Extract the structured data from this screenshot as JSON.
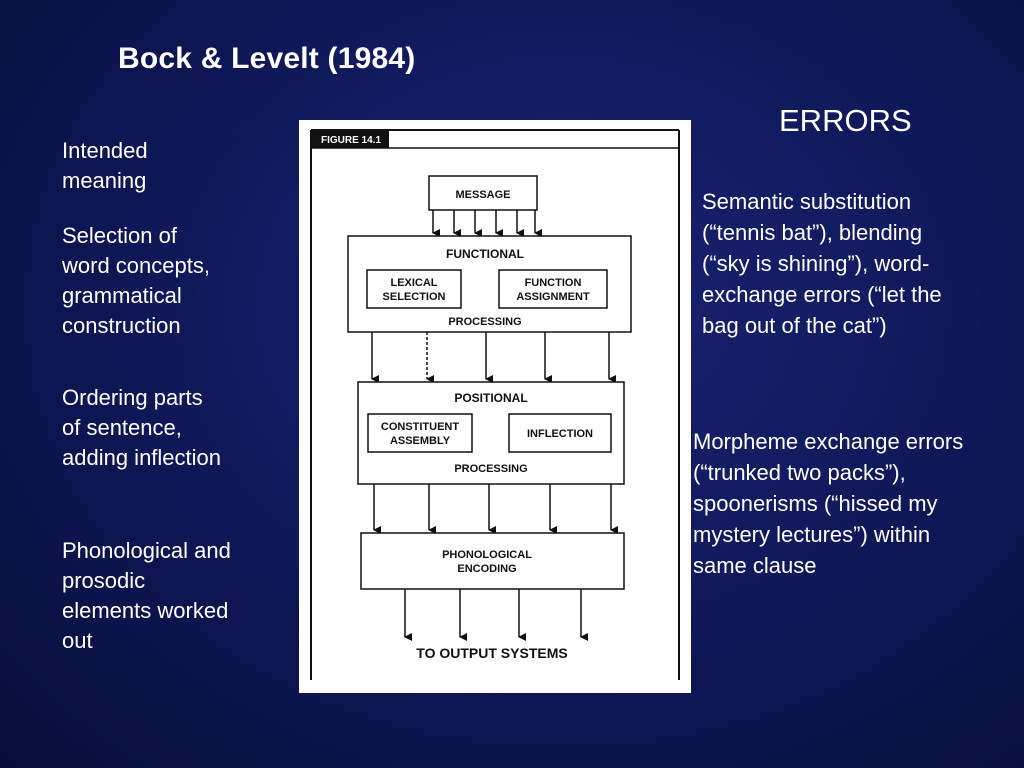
{
  "slide": {
    "title": "Bock & Levelt (1984)",
    "errors_heading": "ERRORS"
  },
  "left_labels": [
    "Intended\nmeaning",
    "Selection of\nword concepts,\ngrammatical\nconstruction",
    "Ordering parts\nof sentence,\nadding inflection",
    "Phonological and\nprosodic\nelements worked\nout"
  ],
  "right_labels": {
    "functional_errors": "Semantic substitution\n(“tennis bat”), blending\n(“sky is shining”), word-\nexchange errors (“let the\nbag out of the cat”)",
    "positional_errors": "Morpheme exchange errors\n(“trunked two packs”),\nspoonerisms (“hissed my\nmystery lectures”) within\nsame clause"
  },
  "figure": {
    "caption": "FIGURE 14.1",
    "message": "MESSAGE",
    "functional": "FUNCTIONAL",
    "lexical_1": "LEXICAL",
    "lexical_2": "SELECTION",
    "function_1": "FUNCTION",
    "function_2": "ASSIGNMENT",
    "processing_1": "PROCESSING",
    "positional": "POSITIONAL",
    "constituent_1": "CONSTITUENT",
    "constituent_2": "ASSEMBLY",
    "inflection": "INFLECTION",
    "processing_2": "PROCESSING",
    "phonological_1": "PHONOLOGICAL",
    "phonological_2": "ENCODING",
    "output": "TO OUTPUT SYSTEMS"
  }
}
